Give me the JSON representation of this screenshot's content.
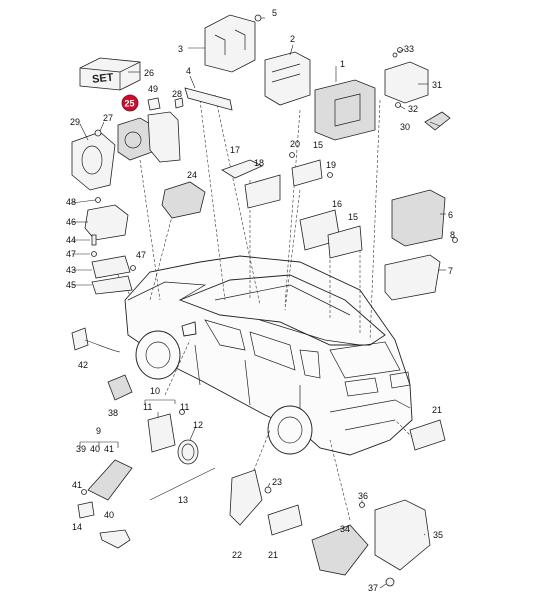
{
  "set_box": {
    "text": "SET"
  },
  "highlight_color": "#c8102e",
  "callouts": {
    "c1": "1",
    "c2": "2",
    "c3": "3",
    "c4": "4",
    "c5": "5",
    "c6": "6",
    "c7": "7",
    "c8": "8",
    "c9": "9",
    "c10": "10",
    "c11a": "11",
    "c11b": "11",
    "c12": "12",
    "c13": "13",
    "c14": "14",
    "c15a": "15",
    "c15b": "15",
    "c16": "16",
    "c17": "17",
    "c18": "18",
    "c19": "19",
    "c20": "20",
    "c21a": "21",
    "c21b": "21",
    "c22": "22",
    "c23": "23",
    "c24": "24",
    "c25": "25",
    "c26": "26",
    "c27": "27",
    "c28": "28",
    "c29": "29",
    "c30": "30",
    "c31": "31",
    "c32": "32",
    "c33": "33",
    "c34": "34",
    "c35": "35",
    "c36": "36",
    "c37": "37",
    "c38": "38",
    "c39": "39",
    "c40a": "40",
    "c40b": "40",
    "c41a": "41",
    "c41b": "41",
    "c42": "42",
    "c43": "43",
    "c44": "44",
    "c45": "45",
    "c46": "46",
    "c47a": "47",
    "c47b": "47",
    "c48": "48",
    "c49": "49"
  }
}
